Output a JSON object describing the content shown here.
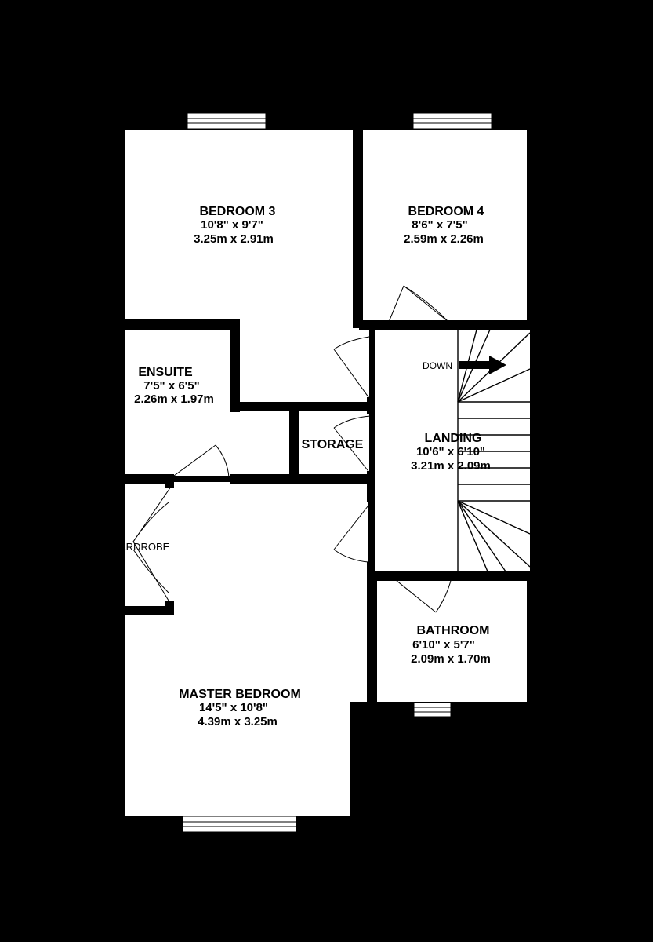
{
  "background": "#000000",
  "room_fill": "#ffffff",
  "rooms": {
    "bedroom3": {
      "name": "BEDROOM 3",
      "imperial": "10'8\"  x 9'7\"",
      "metric": "3.25m  x 2.91m"
    },
    "bedroom4": {
      "name": "BEDROOM 4",
      "imperial": "8'6\"  x 7'5\"",
      "metric": "2.59m  x 2.26m"
    },
    "ensuite": {
      "name": "ENSUITE",
      "imperial": "7'5\"  x 6'5\"",
      "metric": "2.26m  x 1.97m"
    },
    "storage": {
      "name": "STORAGE"
    },
    "landing": {
      "name": "LANDING",
      "imperial": "10'6\"  x 6'10\"",
      "metric": "3.21m  x 2.09m"
    },
    "wardrobe": {
      "name": "ARDROBE"
    },
    "bathroom": {
      "name": "BATHROOM",
      "imperial": "6'10\"  x 5'7\"",
      "metric": "2.09m  x 1.70m"
    },
    "master": {
      "name": "MASTER BEDROOM",
      "imperial": "14'5\"  x 10'8\"",
      "metric": "4.39m  x 3.25m"
    }
  },
  "stairs": {
    "label": "DOWN",
    "direction": "arrow-right-icon"
  }
}
